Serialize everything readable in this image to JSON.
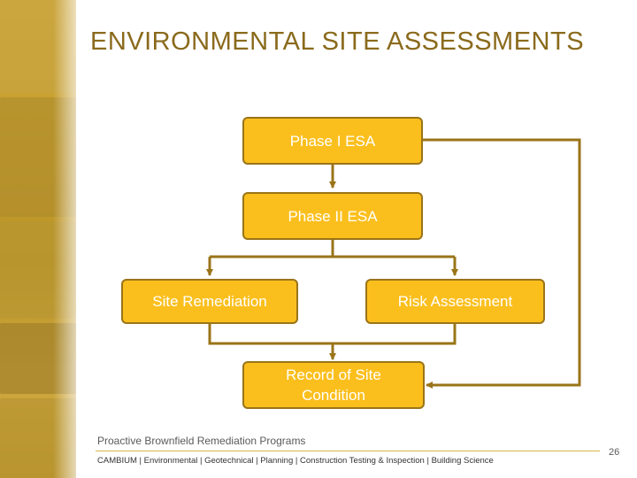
{
  "slide": {
    "title": "ENVIRONMENTAL SITE ASSESSMENTS",
    "accent_color": "#fbbf1d",
    "border_color": "#9a7418",
    "title_color": "#8a6a1c"
  },
  "diagram": {
    "nodes": {
      "phase1": "Phase I ESA",
      "phase2": "Phase II ESA",
      "remediation": "Site Remediation",
      "risk": "Risk Assessment",
      "record": "Record of Site Condition"
    }
  },
  "footer": {
    "programs": "Proactive Brownfield Remediation Programs",
    "services": "CAMBIUM  |  Environmental  | Geotechnical | Planning  | Construction Testing & Inspection | Building Science",
    "page_number": "26"
  }
}
